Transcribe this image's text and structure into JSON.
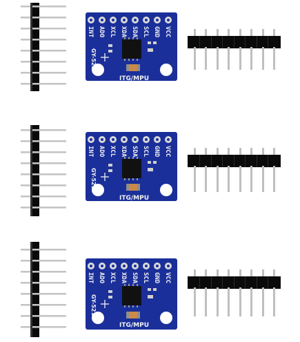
{
  "boards": [
    {
      "pins": [
        "INT",
        "ADO",
        "XCL",
        "XDA",
        "SDA",
        "SCL",
        "GND",
        "VCC"
      ],
      "model": "GY-521",
      "bottom_label": "ITG/MPU",
      "colors": {
        "pcb": "#1a2f99",
        "header": "#0a0a0a",
        "pin": "#bfbfbf",
        "cap": "#c98a4c"
      }
    },
    {
      "pins": [
        "INT",
        "ADO",
        "XCL",
        "XDA",
        "SDA",
        "SCL",
        "GND",
        "VCC"
      ],
      "model": "GY-521",
      "bottom_label": "ITG/MPU",
      "colors": {
        "pcb": "#1a2f99",
        "header": "#0a0a0a",
        "pin": "#bfbfbf",
        "cap": "#c98a4c"
      }
    },
    {
      "pins": [
        "INT",
        "ADO",
        "XCL",
        "XDA",
        "SDA",
        "SCL",
        "GND",
        "VCC"
      ],
      "model": "GY-521",
      "bottom_label": "ITG/MPU",
      "colors": {
        "pcb": "#1a2f99",
        "header": "#0a0a0a",
        "pin": "#bfbfbf",
        "cap": "#c98a4c"
      }
    }
  ]
}
